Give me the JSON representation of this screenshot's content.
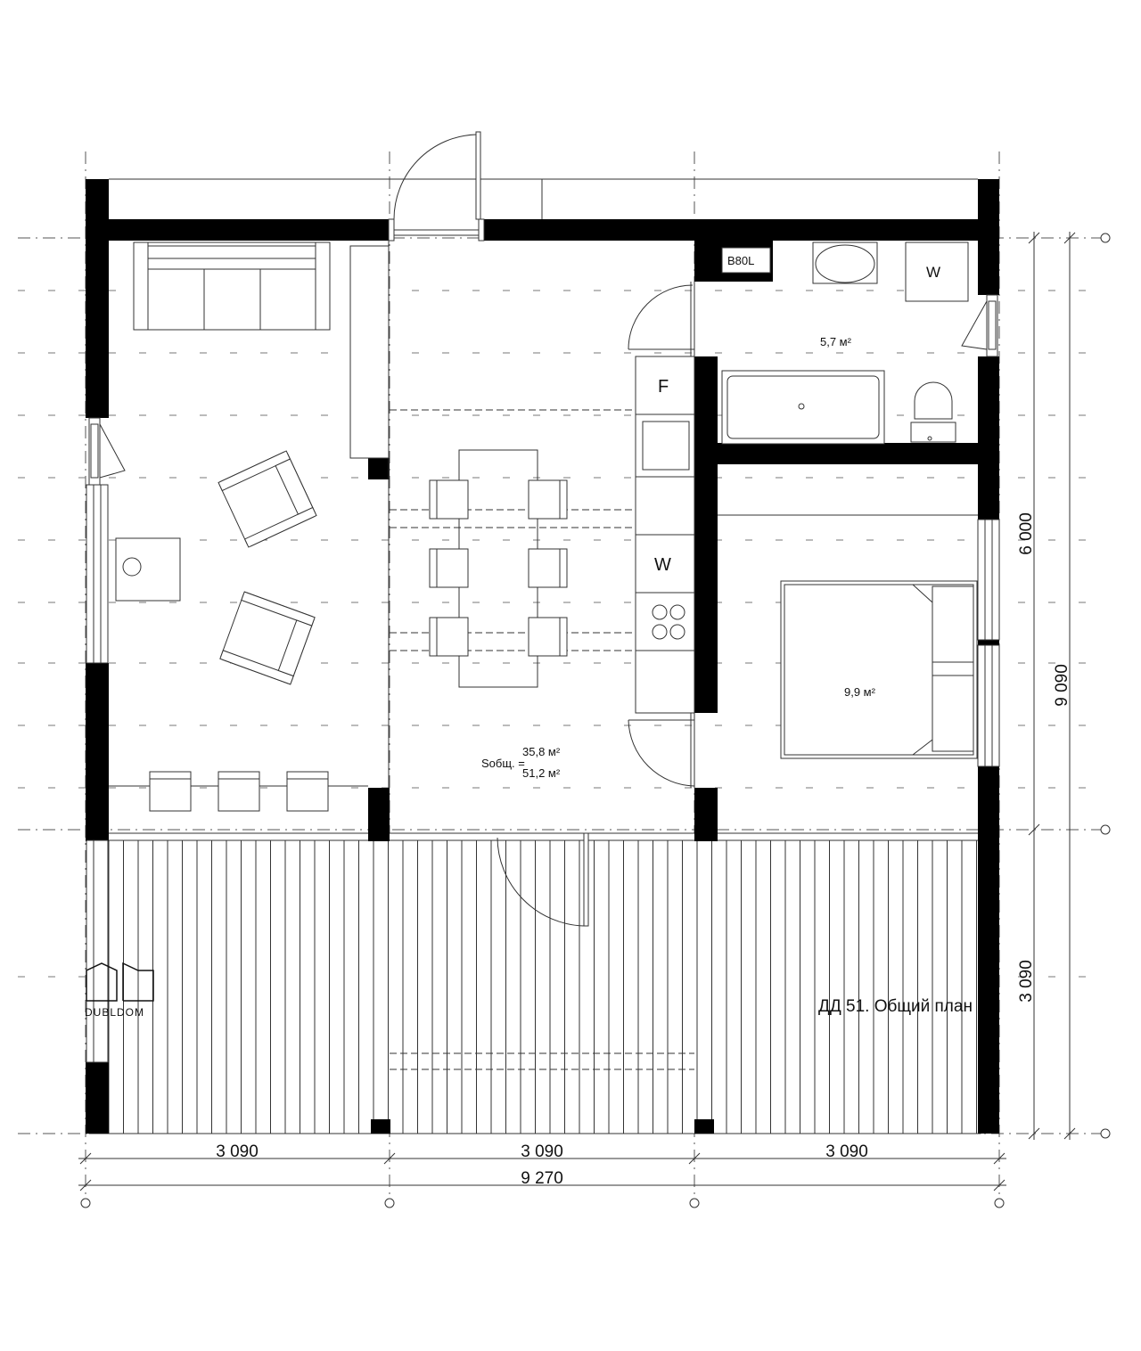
{
  "drawing": {
    "caption": "ДД 51. Общий план",
    "logo_text": "DUBLDOM"
  },
  "rooms": {
    "bathroom_area": "5,7 м²",
    "bedroom_area": "9,9 м²",
    "living_area_label": "Sобщ. =",
    "living_area_1": "35,8 м²",
    "living_area_2": "51,2 м²"
  },
  "appliances": {
    "boiler": "B80L",
    "washer_bath": "W",
    "fridge": "F",
    "washer_kitchen": "W"
  },
  "dimensions": {
    "bottom_segments": [
      "3 090",
      "3 090",
      "3 090"
    ],
    "bottom_total": "9 270",
    "right_upper": "6 000",
    "right_lower": "3 090",
    "right_total": "9 090"
  },
  "colors": {
    "wall": "#000000",
    "line": "#222222",
    "dash": "#444444"
  }
}
